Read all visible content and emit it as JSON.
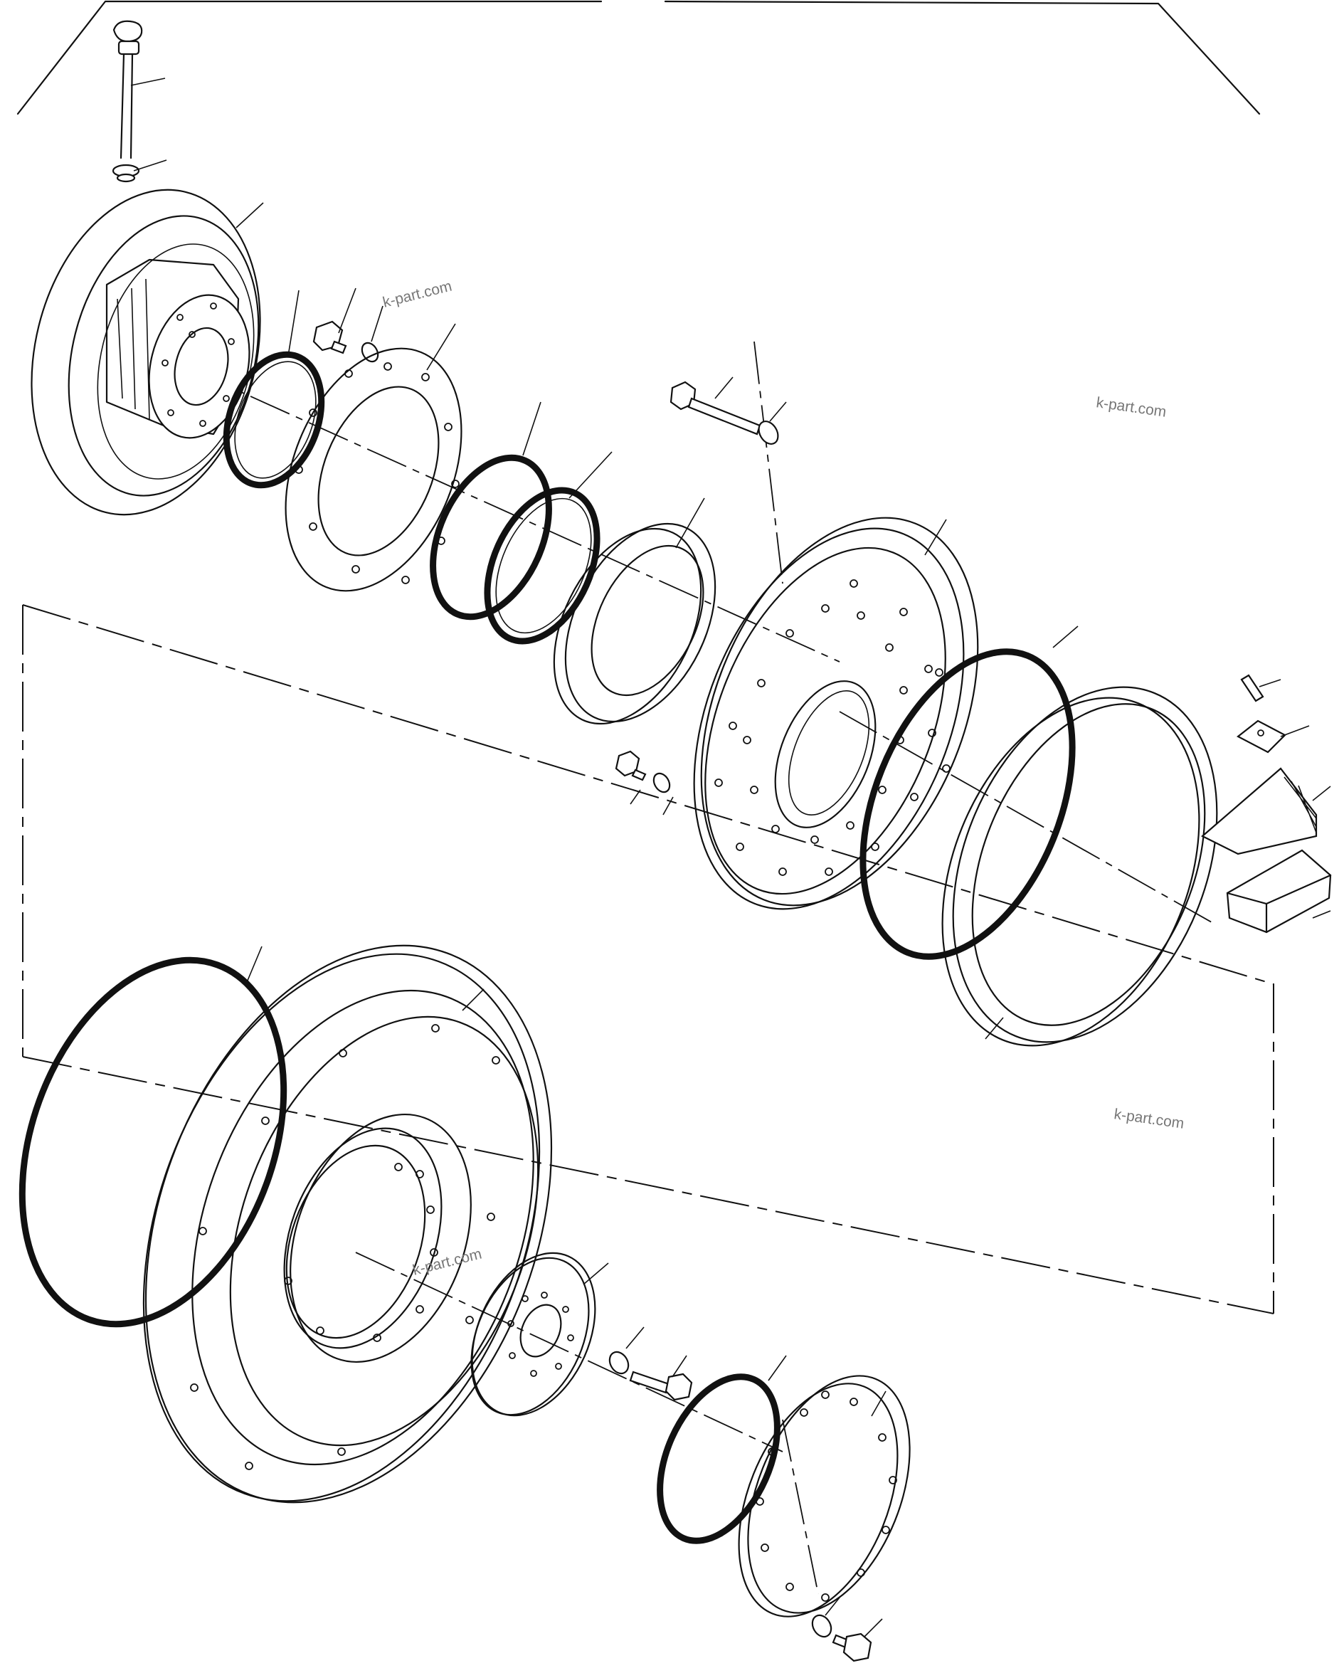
{
  "watermarks": [
    "k-part.com",
    "k-part.com",
    "k-part.com",
    "k-part.com"
  ],
  "colors": {
    "line": "#111111",
    "background": "#ffffff",
    "watermark": "#777777"
  }
}
